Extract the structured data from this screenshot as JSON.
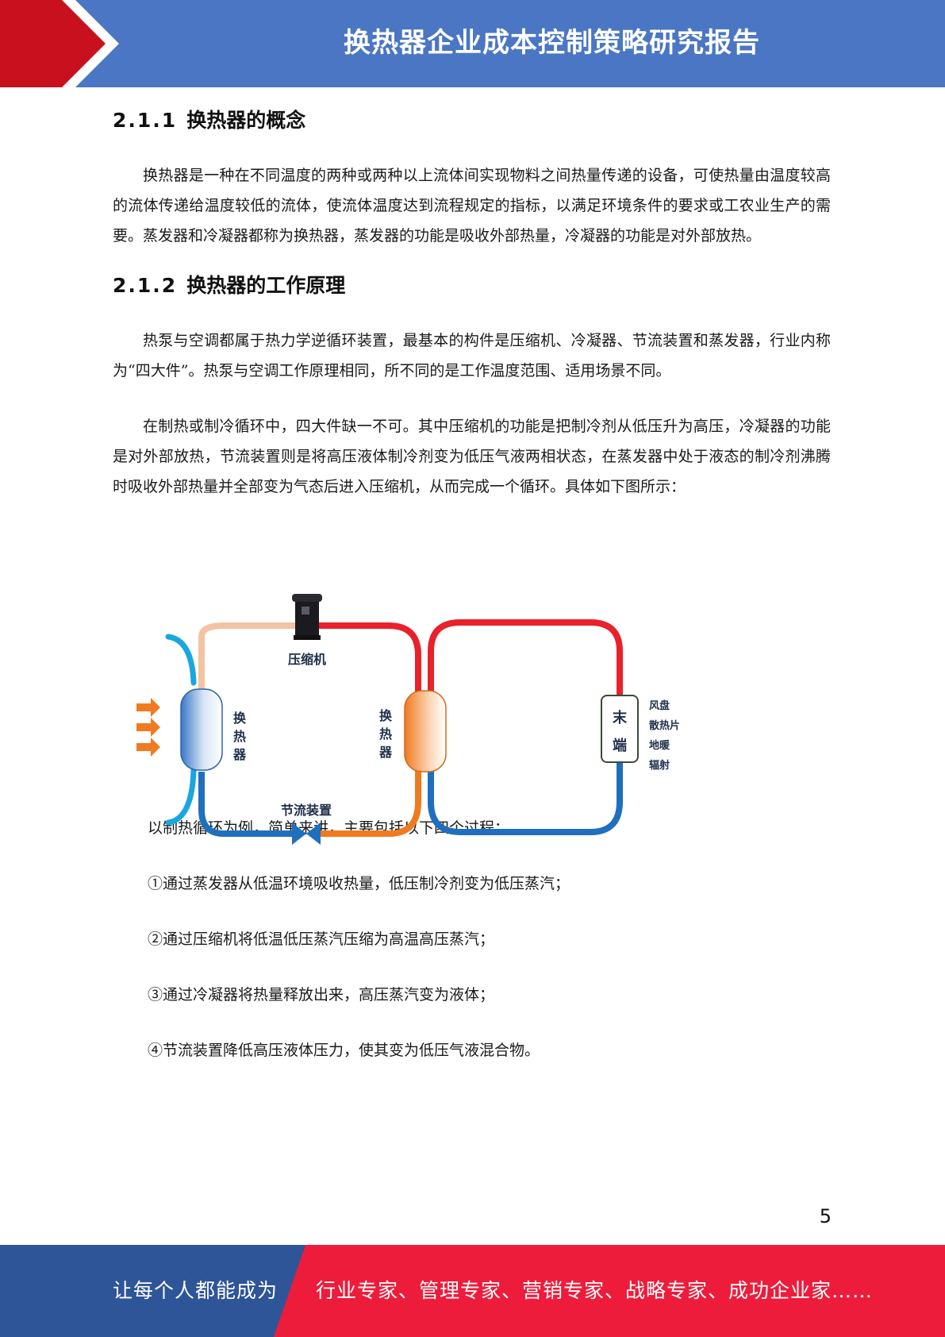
{
  "header": {
    "title": "换热器企业成本控制策略研究报告"
  },
  "sections": [
    {
      "number": "2.1.1",
      "title": "换热器的概念",
      "paragraphs": [
        "换热器是一种在不同温度的两种或两种以上流体间实现物料之间热量传递的设备，可使热量由温度较高的流体传递给温度较低的流体，使流体温度达到流程规定的指标，以满足环境条件的要求或工农业生产的需要。蒸发器和冷凝器都称为换热器，蒸发器的功能是吸收外部热量，冷凝器的功能是对外部放热。"
      ]
    },
    {
      "number": "2.1.2",
      "title": "换热器的工作原理",
      "paragraphs": [
        "热泵与空调都属于热力学逆循环装置，最基本的构件是压缩机、冷凝器、节流装置和蒸发器，行业内称为“四大件”。热泵与空调工作原理相同，所不同的是工作温度范围、适用场景不同。",
        "在制热或制冷循环中，四大件缺一不可。其中压缩机的功能是把制冷剂从低压升为高压，冷凝器的功能是对外部放热，节流装置则是将高压液体制冷剂变为低压气液两相状态，在蒸发器中处于液态的制冷剂沸腾时吸收外部热量并全部变为气态后进入压缩机，从而完成一个循环。具体如下图所示："
      ]
    }
  ],
  "diagram": {
    "compressor_label": "压缩机",
    "left_exchanger_label": [
      "换",
      "热",
      "器"
    ],
    "mid_exchanger_label": [
      "换",
      "热",
      "器"
    ],
    "throttle_label": "节流装置",
    "terminal_label": [
      "末",
      "端"
    ],
    "terminal_types": [
      "风盘",
      "散热片",
      "地暖",
      "辐射"
    ],
    "colors": {
      "hot": "#e8212b",
      "cold": "#1f6fbf",
      "warm": "#f07a20",
      "light": "#f3c3a3",
      "cyan": "#1aa7e0"
    }
  },
  "after_diagram_intro": "以制热循环为例，简单来讲，主要包括以下四个过程：",
  "steps": [
    "①通过蒸发器从低温环境吸收热量，低压制冷剂变为低压蒸汽；",
    "②通过压缩机将低温低压蒸汽压缩为高温高压蒸汽；",
    "③通过冷凝器将热量释放出来，高压蒸汽变为液体；",
    "④节流装置降低高压液体压力，使其变为低压气液混合物。"
  ],
  "page_number": "5",
  "footer": {
    "left": "让每个人都能成为",
    "right": "行业专家、管理专家、营销专家、战略专家、成功企业家……"
  }
}
